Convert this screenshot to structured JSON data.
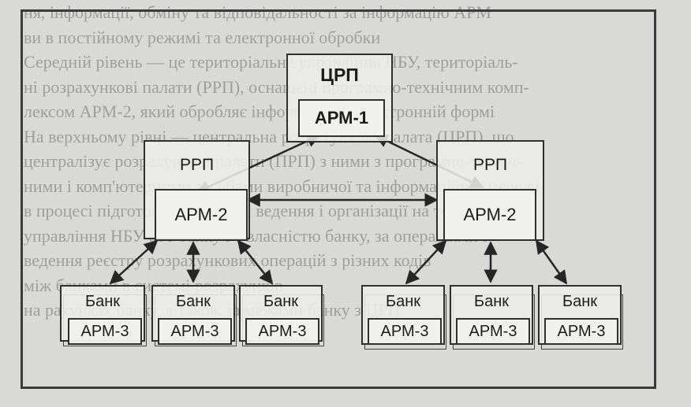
{
  "background_text": [
    "ня, інформації, обміну та відповідальності за інформацію АРМ",
    "ви в постійному режимі та електронної обробки",
    "Середній рівень — це територіальне управління НБУ, територіаль-",
    "ні розрахункові палати (РРП), оснащені програмно-технічним комп-",
    "лексом АРМ-2, який обробляє інформацію в електронній формі",
    "На верхньому рівні — центральна розрахункова палата (ЦРП), що",
    "централізує розрахункові палати (ПРП) з ними з програмно-техніч-",
    "ними і комп'ютерними засобами виробничої та інформаційної мережі",
    "в процесі підготовки, обробки, ведення і організації на території",
    "управління НБУ або банку і є власністю банку, за операціями з",
    "ведення реєстру розрахункових операцій з різних кодів",
    "між банками в системі розрахунків",
    "на рахунках банку, а також за межами банку з ЦРП"
  ],
  "nodes": {
    "crp": {
      "label": "ЦРП",
      "inner": "АРМ-1"
    },
    "rrp_left": {
      "label": "РРП",
      "inner": "АРМ-2"
    },
    "rrp_right": {
      "label": "РРП",
      "inner": "АРМ-2"
    },
    "bank_l1": {
      "label": "Банк",
      "inner": "АРМ-3"
    },
    "bank_l2": {
      "label": "Банк",
      "inner": "АРМ-3"
    },
    "bank_l3": {
      "label": "Банк",
      "inner": "АРМ-3"
    },
    "bank_r1": {
      "label": "Банк",
      "inner": "АРМ-3"
    },
    "bank_r2": {
      "label": "Банк",
      "inner": "АРМ-3"
    },
    "bank_r3": {
      "label": "Банк",
      "inner": "АРМ-3"
    }
  },
  "colors": {
    "line": "#262626",
    "box": "#2f2f2f",
    "background": "#d9d9d6"
  }
}
